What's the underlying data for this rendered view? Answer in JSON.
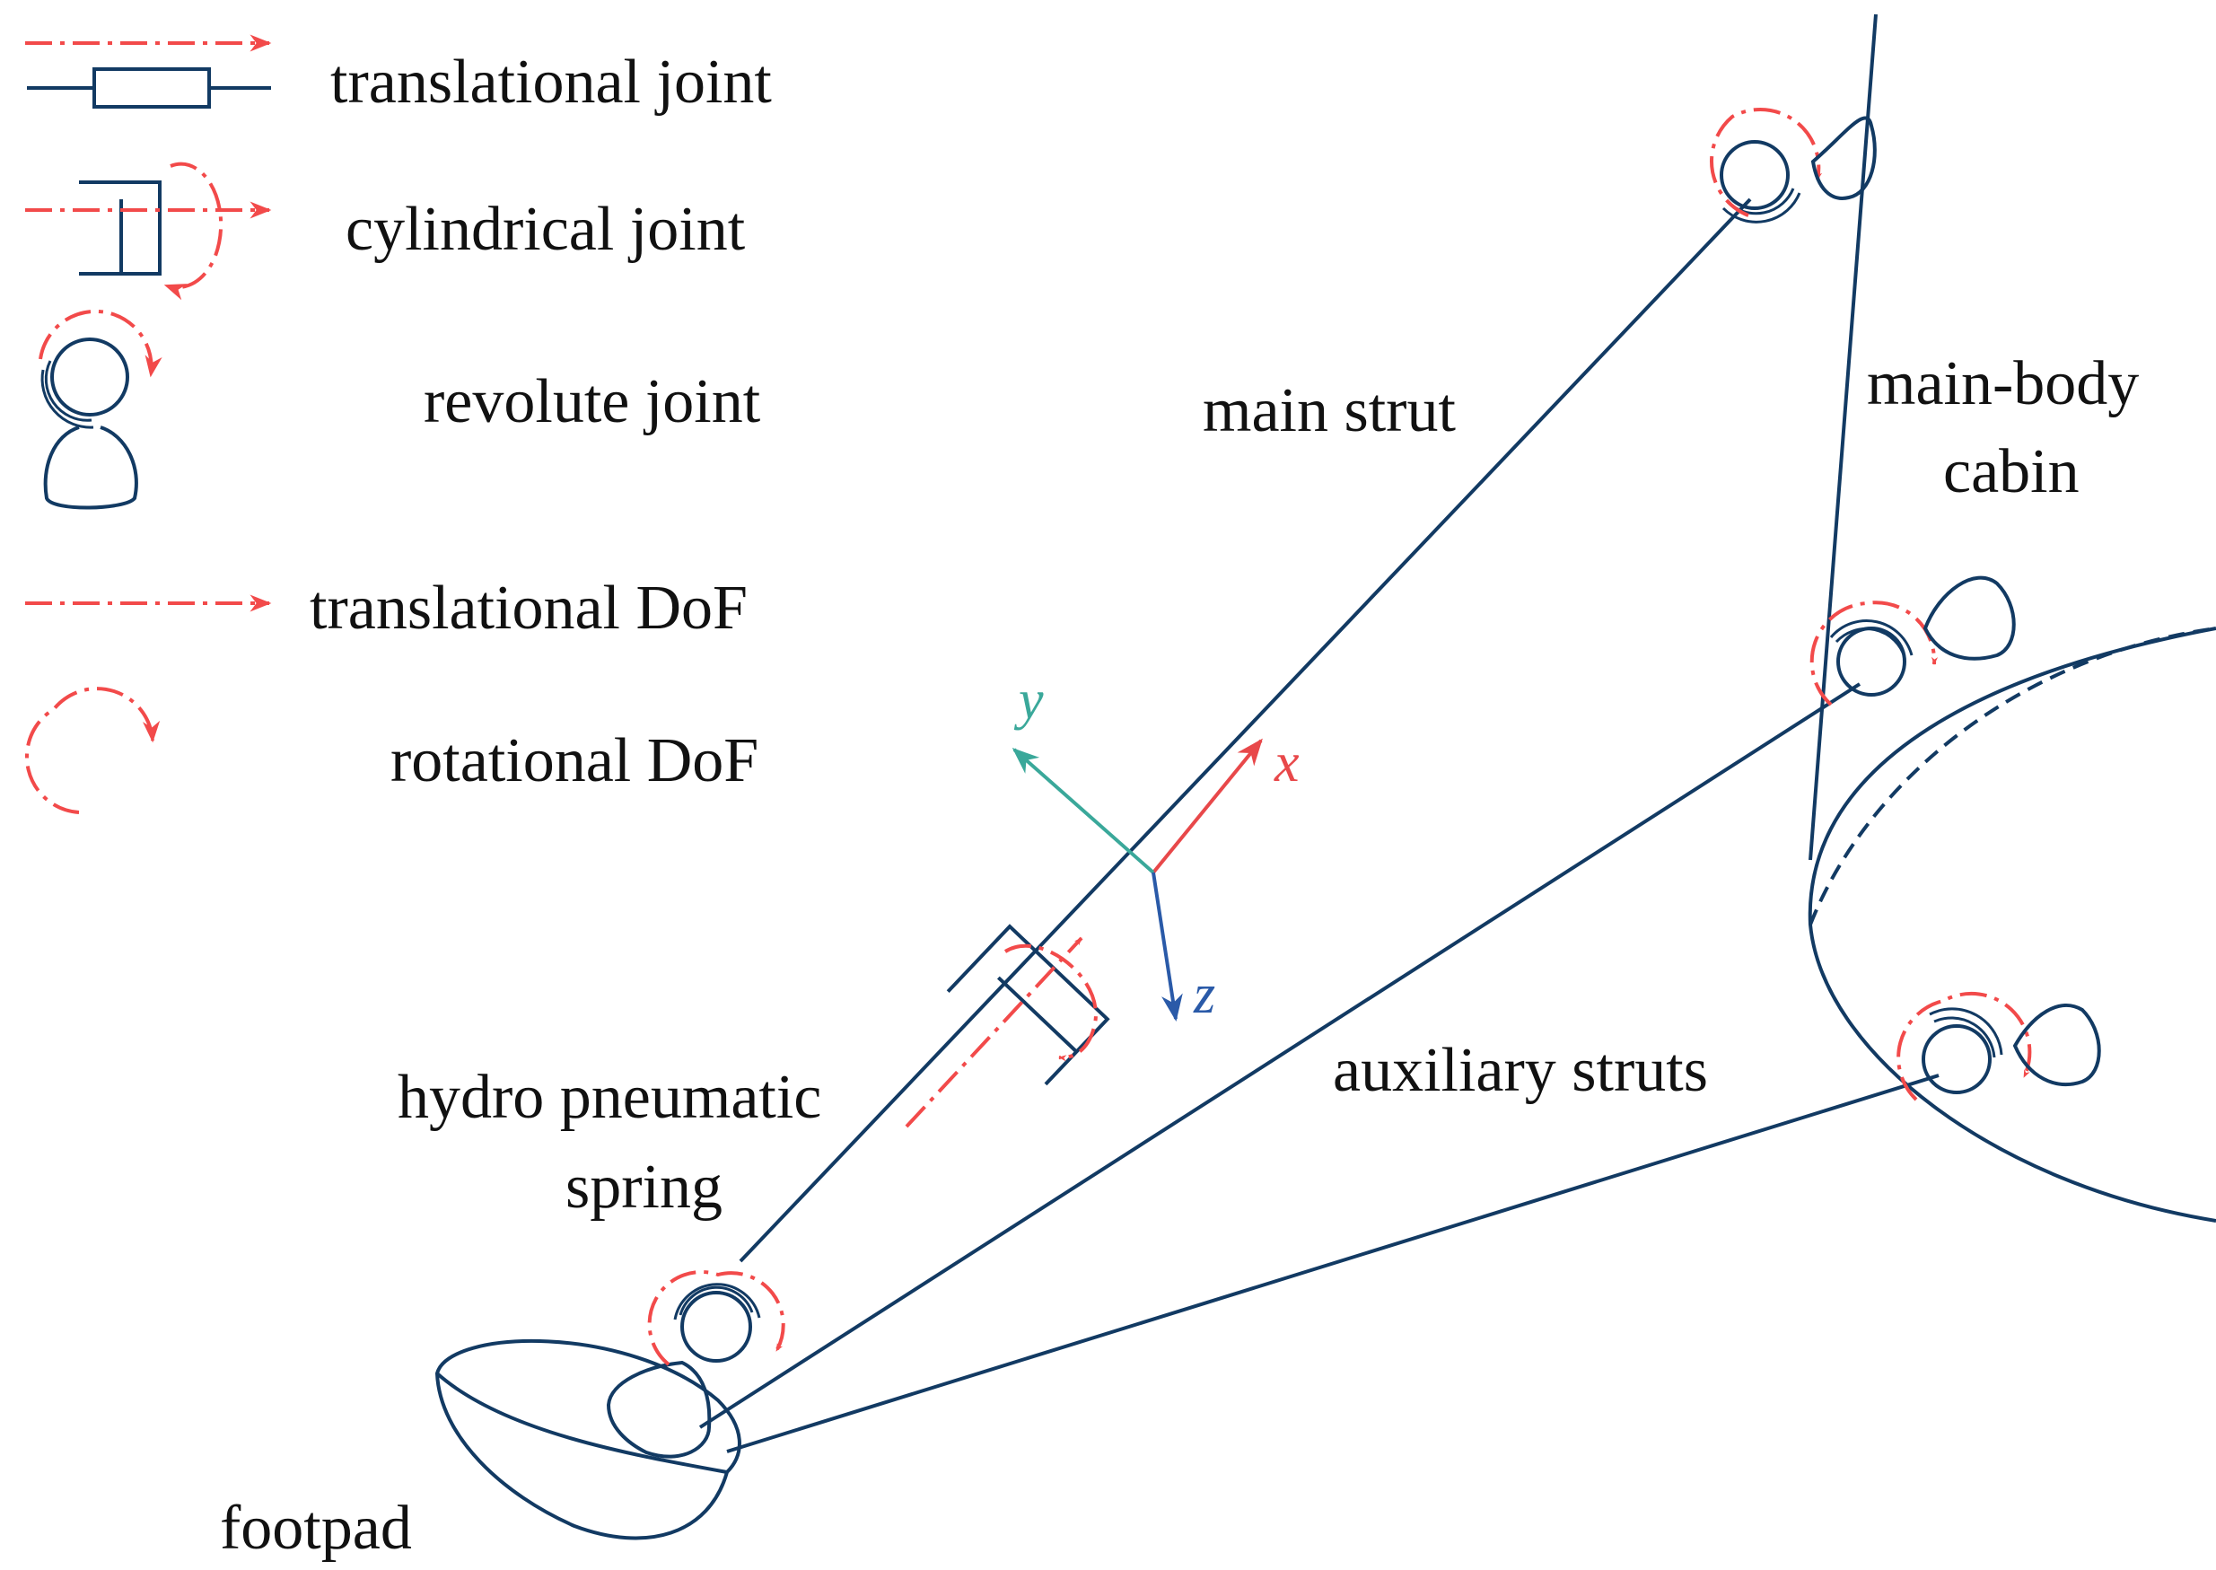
{
  "legend": {
    "translational_joint": "translational joint",
    "cylindrical_joint": "cylindrical joint",
    "revolute_joint": "revolute joint",
    "translational_dof": "translational DoF",
    "rotational_dof": "rotational DoF"
  },
  "labels": {
    "main_strut": "main strut",
    "main_body_line1": "main-body",
    "main_body_line2": "cabin",
    "auxiliary_struts": "auxiliary struts",
    "spring_line1": "hydro pneumatic",
    "spring_line2": "spring",
    "footpad": "footpad"
  },
  "axes": {
    "x": "x",
    "y": "y",
    "z": "z"
  },
  "colors": {
    "structure": "#123a63",
    "dof": "#f24a4a",
    "x_axis": "#e8484a",
    "y_axis": "#3aa89a",
    "z_axis": "#2a5aa8"
  }
}
